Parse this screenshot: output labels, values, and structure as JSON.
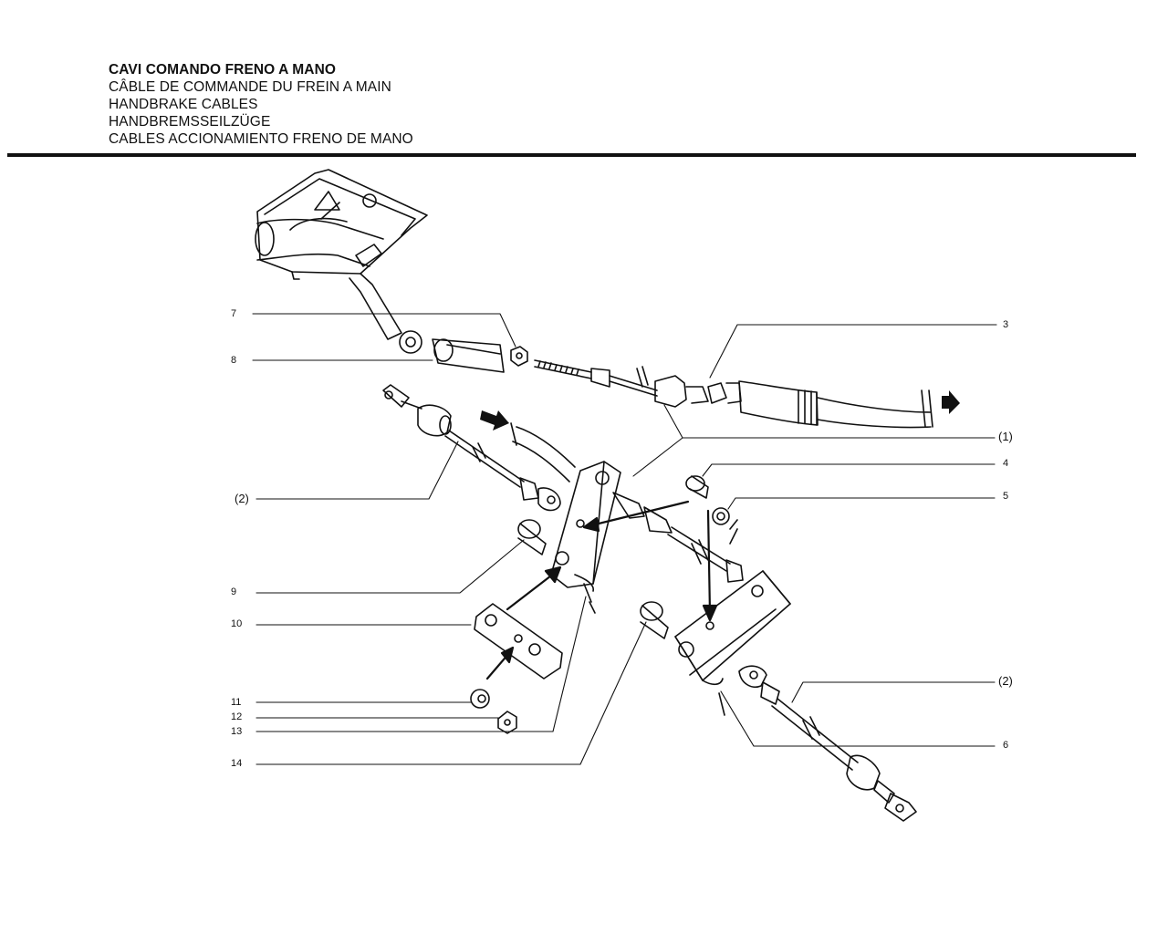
{
  "titles": {
    "it": "CAVI COMANDO FRENO A MANO",
    "fr": "CÂBLE DE COMMANDE DU FREIN A MAIN",
    "en": "HANDBRAKE CABLES",
    "de": "HANDBREMSSEILZÜGE",
    "es": "CABLES ACCIONAMIENTO FRENO DE MANO"
  },
  "callouts": {
    "c7": "7",
    "c8": "8",
    "c3": "3",
    "c1": "(1)",
    "c2a": "(2)",
    "c4": "4",
    "c5": "5",
    "c9": "9",
    "c10": "10",
    "c11": "11",
    "c12": "12",
    "c13": "13",
    "c14": "14",
    "c2b": "(2)",
    "c6": "6"
  }
}
